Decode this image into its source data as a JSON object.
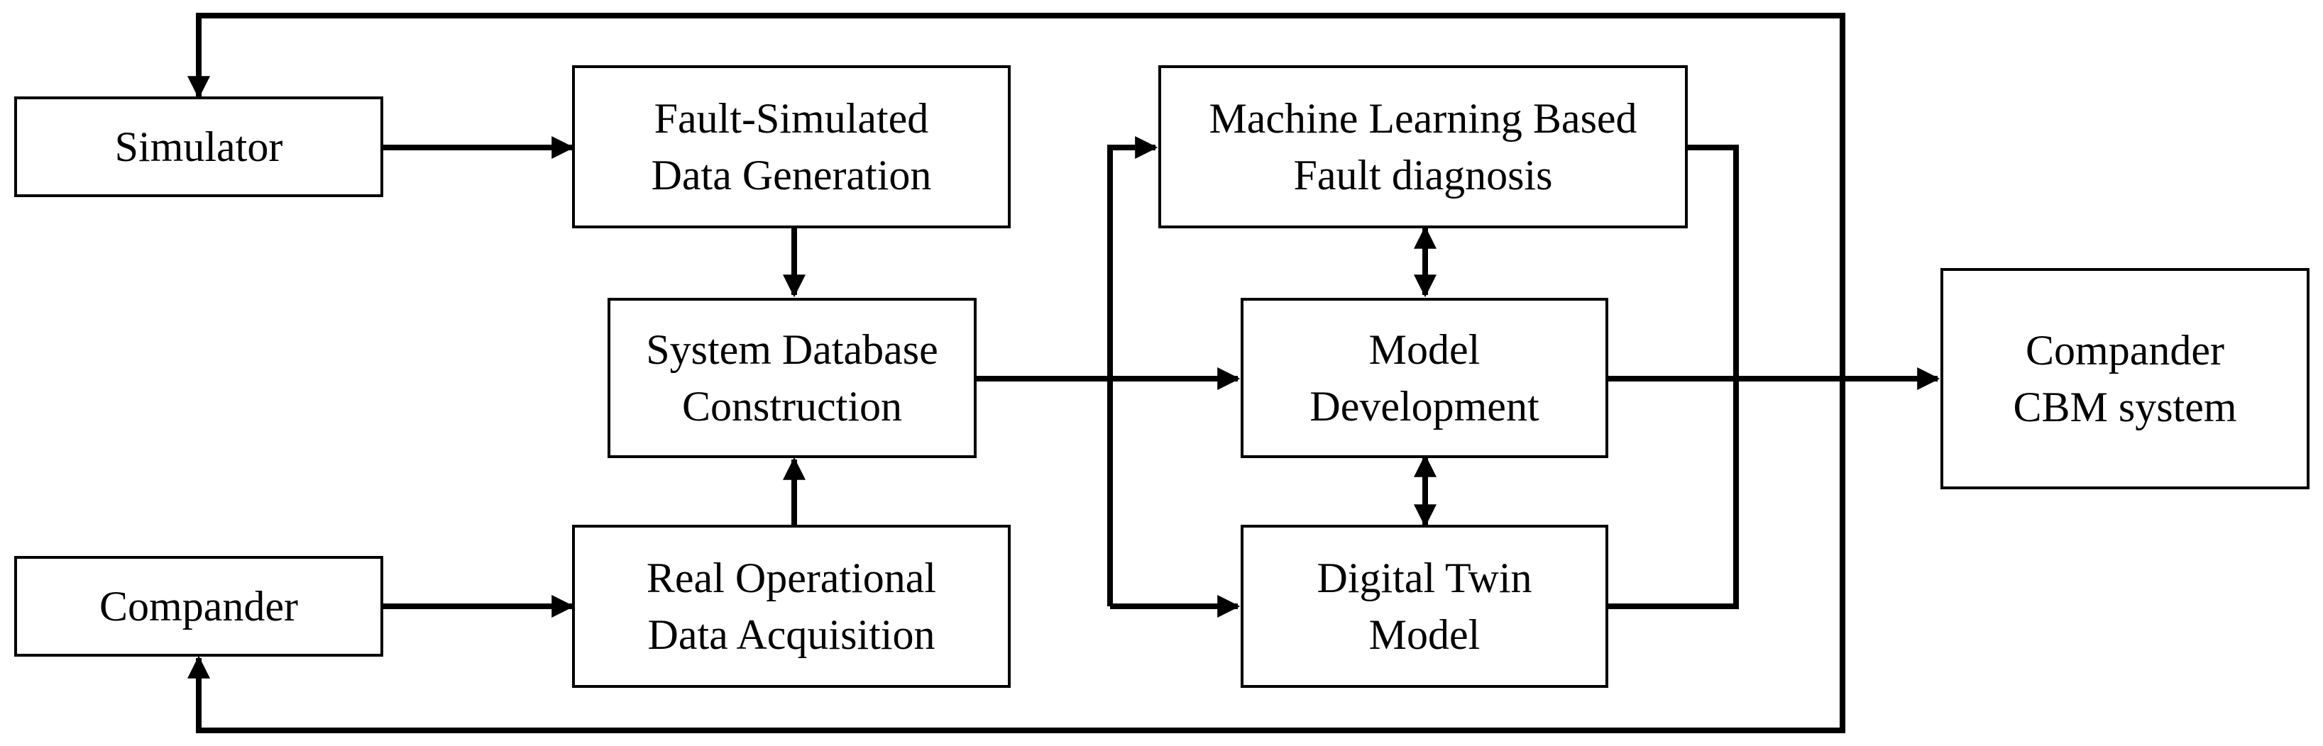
{
  "diagram": {
    "boxes": {
      "simulator": {
        "lines": [
          "Simulator"
        ]
      },
      "compander": {
        "lines": [
          "Compander"
        ]
      },
      "fault_simulated": {
        "lines": [
          "Fault-Simulated",
          "Data Generation"
        ]
      },
      "system_database": {
        "lines": [
          "System Database",
          "Construction"
        ]
      },
      "real_operational": {
        "lines": [
          "Real Operational",
          "Data Acquisition"
        ]
      },
      "ml_fault": {
        "lines": [
          "Machine Learning Based",
          "Fault diagnosis"
        ]
      },
      "model_dev": {
        "lines": [
          "Model",
          "Development"
        ]
      },
      "digital_twin": {
        "lines": [
          "Digital Twin",
          "Model"
        ]
      },
      "cbm": {
        "lines": [
          "Compander",
          "CBM system"
        ]
      }
    },
    "colors": {
      "line": "#000000",
      "background": "#ffffff"
    }
  }
}
